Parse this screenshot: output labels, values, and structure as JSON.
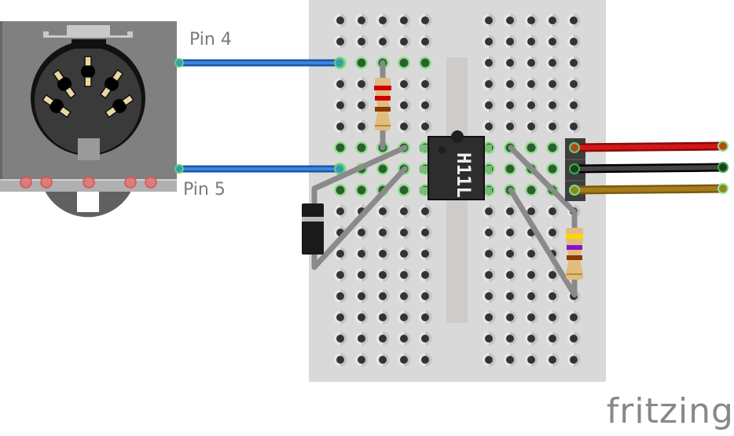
{
  "labels": {
    "pin4": "Pin 4",
    "pin5": "Pin 5",
    "chip": "H11L",
    "logo": "fritzing"
  },
  "colors": {
    "breadboard": "#d9d9d9",
    "hole": "#333333",
    "connected_hole": "#2e5e2e",
    "connected_glow": "#7ddc7d",
    "midi_body": "#808080",
    "midi_socket": "#3a3a3a",
    "wire_blue": "#2a6fc6",
    "wire_red": "#cc1111",
    "wire_black": "#333333",
    "wire_yellow": "#9c7416",
    "jumper_gray": "#8a8a8a",
    "chip": "#2d2d2d",
    "diode": "#1a1a1a",
    "resistor_body": "#e2bc7f"
  },
  "components": {
    "midi_connector": {
      "name": "MIDI DIN-5 socket",
      "pins": 5
    },
    "optocoupler": {
      "part": "H11L",
      "pins": 6
    },
    "resistor_top": {
      "bands": [
        "#cc0000",
        "#cc0000",
        "#8b3a00",
        "#c8a030"
      ]
    },
    "resistor_right": {
      "bands": [
        "#ffd700",
        "#8a10cc",
        "#8b3a00",
        "#c8a030"
      ]
    },
    "diode": {
      "name": "Diode"
    },
    "header": {
      "pins": 3
    }
  },
  "wires": [
    {
      "name": "pin4-wire",
      "color": "blue"
    },
    {
      "name": "pin5-wire",
      "color": "blue"
    },
    {
      "name": "vcc-wire",
      "color": "red"
    },
    {
      "name": "gnd-wire",
      "color": "black"
    },
    {
      "name": "signal-wire",
      "color": "yellow"
    }
  ]
}
